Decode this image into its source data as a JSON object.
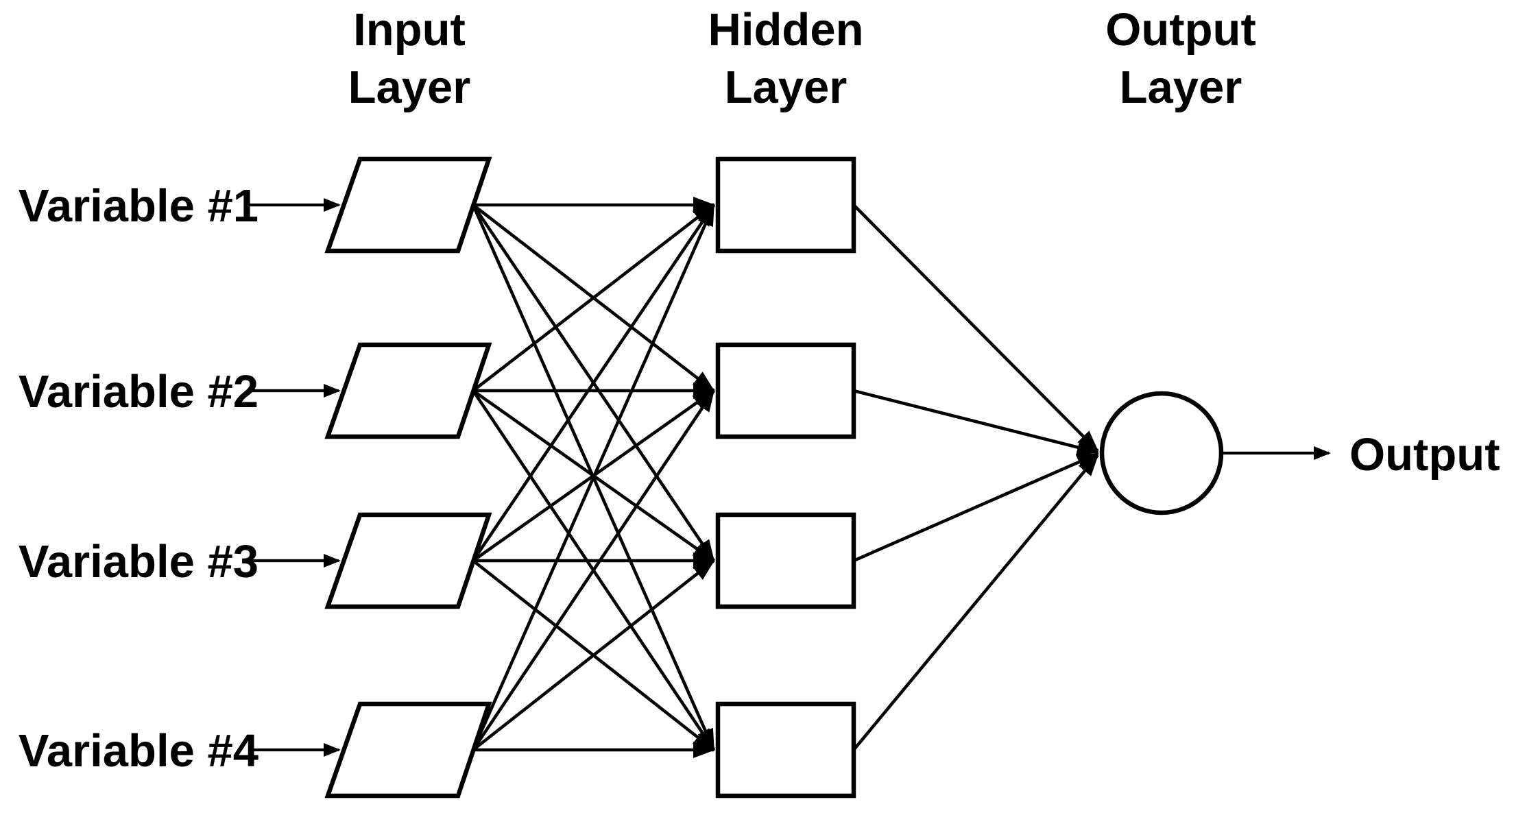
{
  "diagram": {
    "type": "neural-network-architecture",
    "background_color": "#ffffff",
    "stroke_color": "#000000",
    "columns": [
      {
        "key": "input",
        "title_lines": [
          "Input",
          "Layer"
        ],
        "node_shape": "parallelogram",
        "node_count": 4
      },
      {
        "key": "hidden",
        "title_lines": [
          "Hidden",
          "Layer"
        ],
        "node_shape": "rectangle",
        "node_count": 4
      },
      {
        "key": "output",
        "title_lines": [
          "Output",
          "Layer"
        ],
        "node_shape": "circle",
        "node_count": 1
      }
    ],
    "input_labels": [
      {
        "label": "Variable #1"
      },
      {
        "label": "Variable #2"
      },
      {
        "label": "Variable #3"
      },
      {
        "label": "Variable #4"
      }
    ],
    "output_label": "Output",
    "connections": {
      "input_to_hidden": "fully connected 4x4 with arrowheads into hidden nodes",
      "hidden_to_output": "4 lines converging with arrowheads into output node",
      "labels_to_inputs": "one arrow from each variable label into its input node",
      "output_node_to_label": "single arrow from output node to Output text"
    }
  }
}
